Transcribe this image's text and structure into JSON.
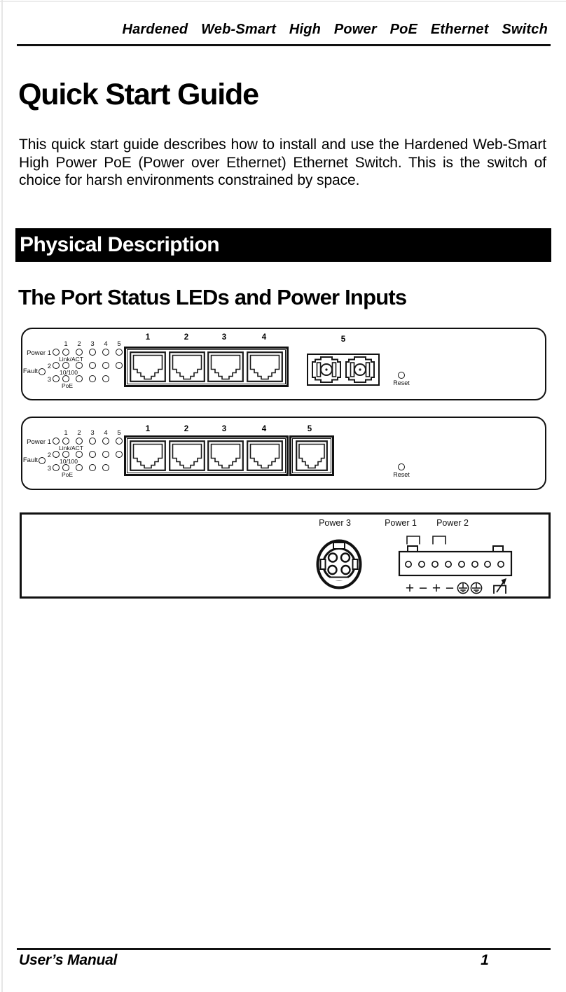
{
  "header": {
    "title": "Hardened Web-Smart High Power PoE Ethernet Switch"
  },
  "content": {
    "title": "Quick Start Guide",
    "intro": "This quick start guide describes how to install and use the Hardened Web-Smart High Power PoE (Power over Ethernet) Ethernet Switch. This is the switch of choice for harsh environments constrained by space.",
    "section_banner": "Physical Description",
    "subsection": "The Port Status LEDs and Power Inputs"
  },
  "led_block": {
    "power_label": "Power",
    "power_row_numbers": [
      "1",
      "2",
      "3"
    ],
    "fault_label": "Fault",
    "port_columns": [
      "1",
      "2",
      "3",
      "4",
      "5"
    ],
    "row_labels": [
      "Link/ACT",
      "10/100",
      "PoE"
    ]
  },
  "panel_fiber": {
    "port_numbers": [
      "1",
      "2",
      "3",
      "4"
    ],
    "fiber_port": "5",
    "reset": "Reset"
  },
  "panel_copper": {
    "port_numbers": [
      "1",
      "2",
      "3",
      "4",
      "5"
    ],
    "reset": "Reset"
  },
  "panel_power": {
    "power3": "Power 3",
    "power1": "Power 1",
    "power2": "Power 2",
    "polarity": [
      "+",
      "−",
      "+",
      "−"
    ]
  },
  "footer": {
    "left": "User’s Manual",
    "page": "1"
  }
}
